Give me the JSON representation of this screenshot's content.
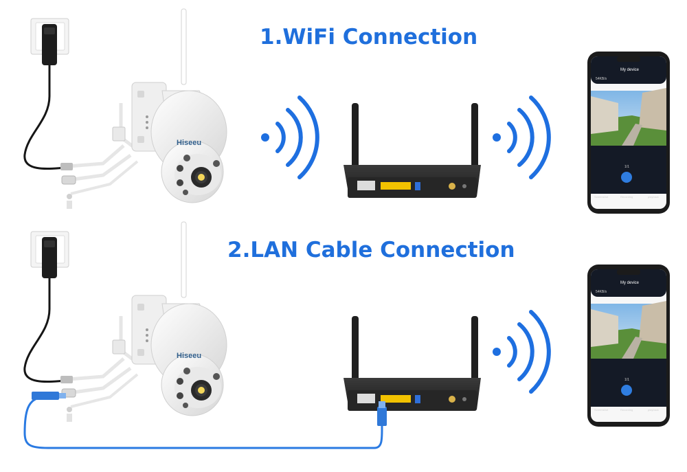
{
  "sections": [
    {
      "heading": "1.WiFi Connection",
      "camera_brand": "Hiseeu"
    },
    {
      "heading": "2.LAN Cable Connection",
      "camera_brand": "Hiseeu"
    }
  ],
  "phone": {
    "title": "My device",
    "bitrate": "54KB/s",
    "page_indicator": "1/1",
    "actions": [
      "Screenshot",
      "Recording",
      "playback"
    ]
  },
  "colors": {
    "heading": "#1f6fdc",
    "signal_waves": "#1e6fe0",
    "lan_cable": "#2a7ae2",
    "router_body": "#2b2b2b",
    "lan_ports": "#f2c200",
    "camera_body": "#f2f2f2"
  },
  "icons": [
    "power-outlet-icon",
    "power-adapter-icon",
    "ptz-camera-icon",
    "wifi-signal-icon",
    "router-icon",
    "smartphone-icon",
    "lan-cable-icon"
  ]
}
